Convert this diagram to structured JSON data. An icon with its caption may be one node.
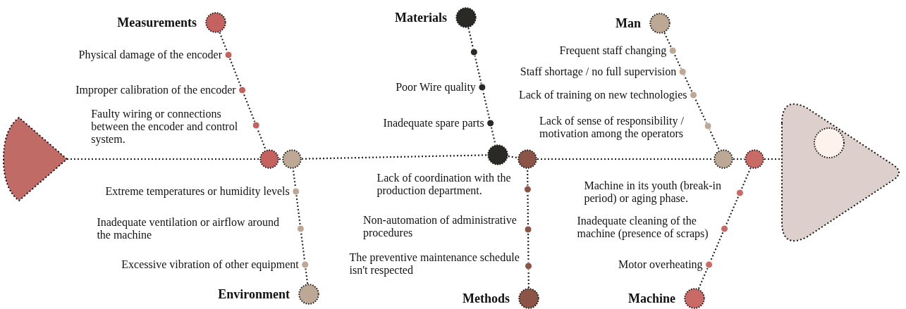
{
  "diagram": {
    "nodes": [
      {
        "text": [],
        "shape": "triangle"
      },
      {
        "text": [
          "Measurements"
        ]
      },
      {
        "text": [
          "Materials"
        ]
      },
      {
        "text": [
          "Man"
        ]
      },
      {
        "text": [
          "Environment"
        ]
      },
      {
        "text": [
          "Methods"
        ]
      },
      {
        "text": [
          "Machine"
        ]
      },
      {
        "text": [],
        "shape": "circle"
      },
      {
        "text": [],
        "shape": "circle"
      },
      {
        "text": [],
        "shape": "circle"
      },
      {
        "text": [],
        "shape": "circle"
      },
      {
        "text": [],
        "shape": "circle"
      },
      {
        "text": [],
        "shape": "circle"
      },
      {
        "text": [],
        "shape": "triangle"
      }
    ],
    "edges": [
      {
        "from": 0,
        "to": 7,
        "arrow": "none"
      },
      {
        "from": 7,
        "to": 8,
        "arrow": "none"
      },
      {
        "from": 8,
        "to": 9,
        "arrow": "none"
      },
      {
        "from": 9,
        "to": 10,
        "arrow": "none"
      },
      {
        "from": 10,
        "to": 11,
        "arrow": "none"
      },
      {
        "from": 11,
        "to": 12,
        "arrow": "none"
      },
      {
        "from": 12,
        "to": 13,
        "arrow": "none"
      },
      {
        "from": 1,
        "to": 7,
        "arrow": "none"
      },
      {
        "from": 2,
        "to": 9,
        "arrow": "none"
      },
      {
        "from": 3,
        "to": 11,
        "arrow": "none"
      },
      {
        "from": 4,
        "to": 8,
        "arrow": "none"
      },
      {
        "from": 5,
        "to": 10,
        "arrow": "none"
      },
      {
        "from": 6,
        "to": 12,
        "arrow": "none"
      }
    ],
    "labels": [
      "Physical damage of the encoder",
      "Improper calibration of the encoder",
      "Faulty wiring or connections between the encoder and control system.",
      "Poor Wire quality",
      "Inadequate spare parts",
      "Frequent staff changing",
      "Staff shortage /  no full supervision",
      "Lack of training on new technologies",
      "Lack of sense of responsibility / motivation among the operators",
      "Extreme temperatures or humidity levels",
      "Inadequate ventilation or airflow around the machine",
      "Excessive vibration of other equipment",
      "Lack of coordination with the production department.",
      "Non-automation of administrative procedures",
      "The preventive maintenance schedule isn't respected",
      "Machine in its youth (break-in period) or aging phase.",
      "Inadequate cleaning of the machine (presence of scraps)",
      "Motor overheating"
    ]
  }
}
